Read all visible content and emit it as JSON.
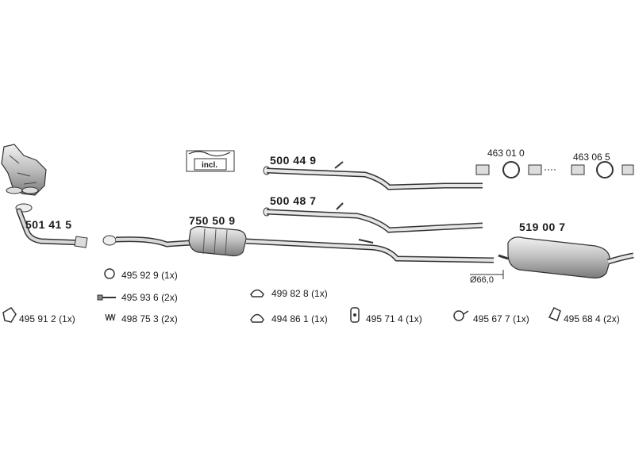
{
  "parts": {
    "manifold_pipe": "501 41 5",
    "catalyst": "750 50 9",
    "mid_pipe_a": "500 44 9",
    "mid_pipe_b": "500 48 7",
    "rear_silencer": "519 00 7",
    "clamp_a": "463 01 0",
    "clamp_b": "463 06 5"
  },
  "incl_label": "incl.",
  "diameter_label": "Ø66,0",
  "accessories": [
    {
      "number": "495 92 9",
      "qty": "(1x)",
      "icon": "ring-gasket-icon"
    },
    {
      "number": "495 93 6",
      "qty": "(2x)",
      "icon": "bolt-icon"
    },
    {
      "number": "498 75 3",
      "qty": "(2x)",
      "icon": "spring-icon"
    },
    {
      "number": "495 91 2",
      "qty": "(1x)",
      "icon": "flange-gasket-icon"
    },
    {
      "number": "499 82 8",
      "qty": "(1x)",
      "icon": "rubber-hanger-icon"
    },
    {
      "number": "494 86 1",
      "qty": "(1x)",
      "icon": "rubber-hanger-icon"
    },
    {
      "number": "495 71 4",
      "qty": "(1x)",
      "icon": "rubber-mount-icon"
    },
    {
      "number": "495 67 7",
      "qty": "(1x)",
      "icon": "clamp-icon"
    },
    {
      "number": "495 68 4",
      "qty": "(2x)",
      "icon": "bracket-icon"
    }
  ]
}
